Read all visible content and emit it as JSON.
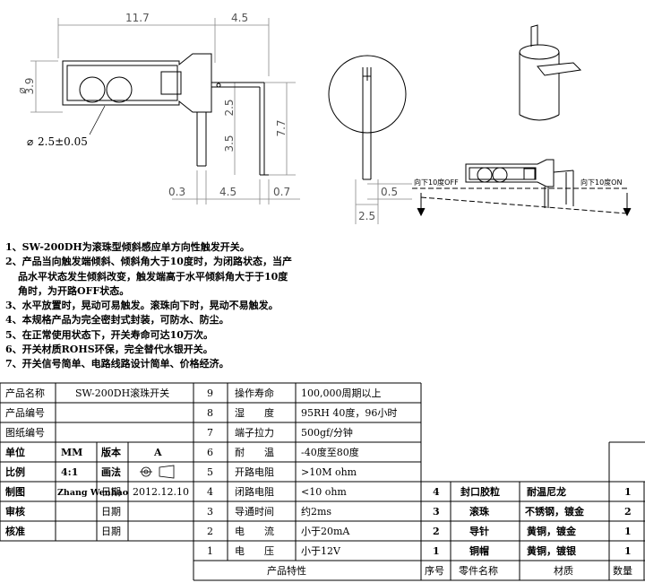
{
  "dimensions": {
    "top_left": "11.7",
    "top_right": "4.5",
    "height_left": "3.9",
    "bottom_left": "0.3",
    "bottom_mid": "4.5",
    "bottom_right": "0.7",
    "vert_upper": "2.5",
    "vert_lower": "3.5",
    "vert_total": "7.7",
    "diameter_note": "2.5±0.05",
    "side_thickness": "0.5",
    "side_width": "2.5"
  },
  "tilt_labels": {
    "off": "向下10度OFF",
    "on": "向下10度ON"
  },
  "notes": [
    "1、SW-200DH为滚珠型倾斜感应单方向性触发开关。",
    "2、产品当向触发端倾斜、倾斜角大于10度时，为闭路状态，当产",
    "品水平状态发生倾斜改变，触发端高于水平倾斜角大于于10度",
    "角时，为开路OFF状态。",
    "3、水平放置时，晃动可易触发。滚珠向下时，晃动不易触发。",
    "4、本规格产品为完全密封式封装，可防水、防尘。",
    "5、在正常使用状态下，开关寿命可达10万次。",
    "6、开关材质ROHS环保，完全替代水银开关。",
    "7、开关信号简单、电路线路设计简单、价格经济。"
  ],
  "info": {
    "name_label": "产品名称",
    "name_value": "SW-200DH滚珠开关",
    "code_label": "产品编号",
    "drawing_label": "图纸编号",
    "unit_label": "单位",
    "unit_value": "MM",
    "version_label": "版本",
    "version_value": "A",
    "scale_label": "比例",
    "scale_value": "4:1",
    "projection_label": "画法",
    "drafter_label": "制图",
    "drafter_value": "Zhang Wenhao",
    "date_label": "日期",
    "date_value": "2012.12.10",
    "review_label": "审核",
    "approve_label": "核准"
  },
  "specs": [
    {
      "no": "9",
      "name": "操作寿命",
      "value": "100,000周期以上"
    },
    {
      "no": "8",
      "name": "湿　　度",
      "value": "95RH 40度，96小时"
    },
    {
      "no": "7",
      "name": "端子拉力",
      "value": "500gf/分钟"
    },
    {
      "no": "6",
      "name": "耐　　温",
      "value": "-40度至80度"
    },
    {
      "no": "5",
      "name": "开路电阻",
      "value": ">10M ohm"
    },
    {
      "no": "4",
      "name": "闭路电阻",
      "value": "<10 ohm"
    },
    {
      "no": "3",
      "name": "导通时间",
      "value": "约2ms"
    },
    {
      "no": "2",
      "name": "电　　流",
      "value": "小于20mA"
    },
    {
      "no": "1",
      "name": "电　　压",
      "value": "小于12V"
    }
  ],
  "spec_footer": "产品特性",
  "parts": [
    {
      "no": "4",
      "name": "封口胶粒",
      "material": "耐温尼龙",
      "qty": "1"
    },
    {
      "no": "3",
      "name": "滚珠",
      "material": "不锈钢，镀金",
      "qty": "2"
    },
    {
      "no": "2",
      "name": "导针",
      "material": "黄铜，镀金",
      "qty": "1"
    },
    {
      "no": "1",
      "name": "铜帽",
      "material": "黄铜，镀银",
      "qty": "1"
    }
  ],
  "parts_header": {
    "no": "序号",
    "name": "零件名称",
    "material": "材质",
    "qty": "数量"
  }
}
